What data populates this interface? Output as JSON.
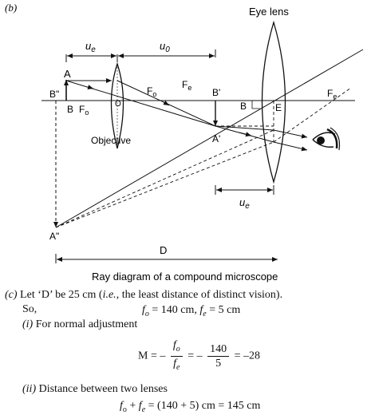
{
  "part_label": "(b)",
  "diagram": {
    "labels": {
      "eye_lens": "Eye lens",
      "ue_left": "u",
      "ue_left_sub": "e",
      "uo": "u",
      "uo_sub": "0",
      "A": "A",
      "B2": "B\"",
      "B": "B",
      "Fo_left": "F",
      "Fo_left_sub": "o",
      "O": "O",
      "Fo_mid": "F",
      "Fo_mid_sub": "o",
      "Fe_mid": "F",
      "Fe_mid_sub": "e",
      "B1": "B'",
      "B_small": "B",
      "E": "E",
      "Fe_right": "F",
      "Fe_right_sub": "e",
      "objective": "Objective",
      "A1": "A'",
      "ue_right": "u",
      "ue_right_sub": "e",
      "A2": "A\"",
      "D": "D"
    },
    "caption": "Ray diagram of a compound microscope"
  },
  "text": {
    "c_label": "(c)",
    "c_text_1": "Let ‘D’ be 25 cm (",
    "c_text_ie": "i.e.",
    "c_text_2": ", the least distance of distinct vision).",
    "so": "So,",
    "fo_eq": "= 140 cm,",
    "fe_eq": "= 5 cm",
    "i_label": "(i)",
    "i_text": "For normal adjustment",
    "M_eq": "M = –",
    "frac_num": "f",
    "frac_num_sub": "o",
    "frac_den": "f",
    "frac_den_sub": "e",
    "eq2": "= –",
    "num2": "140",
    "den2": "5",
    "result": "= –28",
    "ii_label": "(ii)",
    "ii_text": "Distance between two lenses",
    "sum_eq": "= (140 + 5) cm = 145 cm"
  }
}
